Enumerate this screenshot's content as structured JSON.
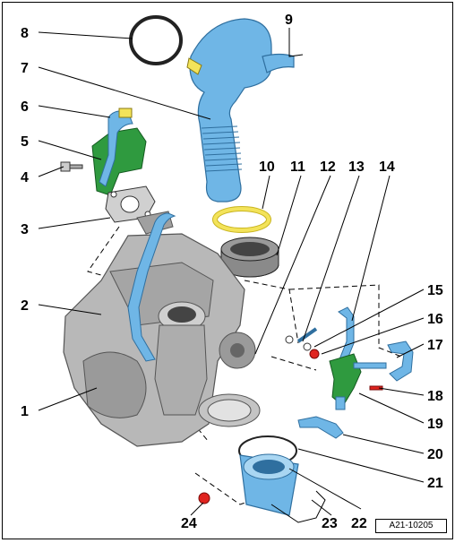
{
  "callouts": [
    "1",
    "2",
    "3",
    "4",
    "5",
    "6",
    "7",
    "8",
    "9",
    "10",
    "11",
    "12",
    "13",
    "14",
    "15",
    "16",
    "17",
    "18",
    "19",
    "20",
    "21",
    "22",
    "23",
    "24"
  ],
  "reference_code": "A21-10205",
  "colors": {
    "hose_blue": "#6fb6e6",
    "hose_blue_dark": "#2f6f9f",
    "bracket_green": "#2f9a3f",
    "clamp_yellow": "#f3e35a",
    "bolt_red": "#e0241f",
    "housing_gray": "#b8b8b8",
    "housing_dark": "#7a7a7a"
  }
}
